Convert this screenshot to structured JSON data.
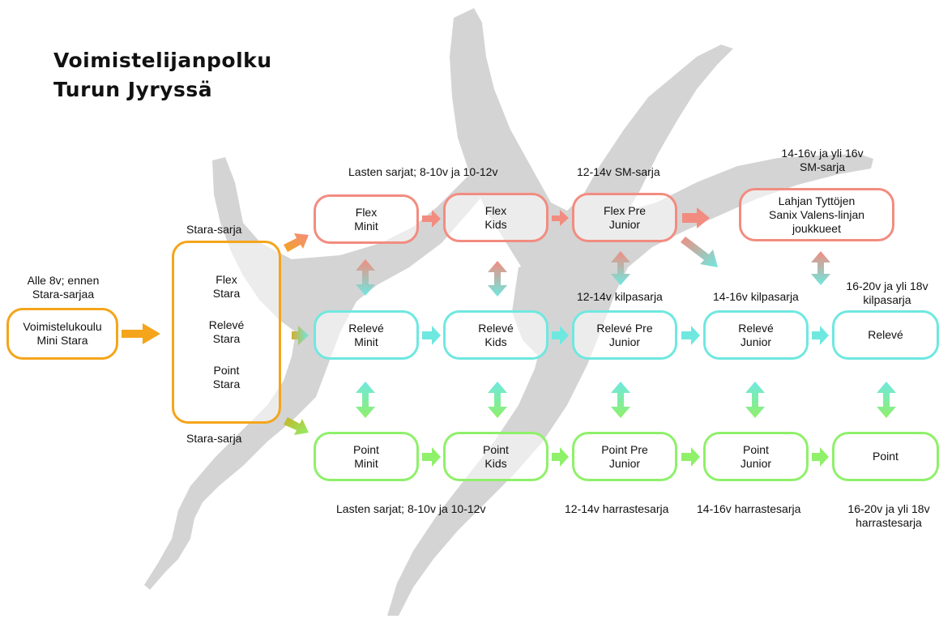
{
  "title": {
    "line1": "Voimistelijanpolku",
    "line2": "Turun Jyryssä"
  },
  "colors": {
    "orange": "#f4a51c",
    "flex": "#f28c80",
    "releve": "#6fe8e0",
    "point": "#8ff06a",
    "silhouette": "#d4d4d4"
  },
  "labels": {
    "pre_stara": [
      "Alle 8v; ennen",
      "Stara-sarjaa"
    ],
    "stara_top": "Stara-sarja",
    "stara_bottom": "Stara-sarja",
    "flex_kids_header": "Lasten sarjat; 8-10v ja 10-12v",
    "flex_prejunior_header": "12-14v SM-sarja",
    "flex_senior_header": [
      "14-16v ja yli 16v",
      "SM-sarja"
    ],
    "releve_prejunior_header": "12-14v kilpasarja",
    "releve_junior_header": "14-16v kilpasarja",
    "releve_senior_header": [
      "16-20v ja yli 18v",
      "kilpasarja"
    ],
    "point_kids_footer": "Lasten sarjat; 8-10v ja 10-12v",
    "point_prejunior_footer": "12-14v harrastesarja",
    "point_junior_footer": "14-16v harrastesarja",
    "point_senior_footer": [
      "16-20v ja yli 18v",
      "harrastesarja"
    ]
  },
  "boxes": {
    "mini_stara": [
      "Voimistelukoulu",
      "Mini Stara"
    ],
    "stara": [
      [
        "Flex",
        "Stara"
      ],
      [
        "Relevé",
        "Stara"
      ],
      [
        "Point",
        "Stara"
      ]
    ],
    "flex": [
      [
        "Flex",
        "Minit"
      ],
      [
        "Flex",
        "Kids"
      ],
      [
        "Flex Pre",
        "Junior"
      ],
      [
        "Lahjan Tyttöjen",
        "Sanix Valens-linjan",
        "joukkueet"
      ]
    ],
    "releve": [
      [
        "Relevé",
        "Minit"
      ],
      [
        "Relevé",
        "Kids"
      ],
      [
        "Relevé Pre",
        "Junior"
      ],
      [
        "Relevé",
        "Junior"
      ],
      [
        "Relevé"
      ]
    ],
    "point": [
      [
        "Point",
        "Minit"
      ],
      [
        "Point",
        "Kids"
      ],
      [
        "Point Pre",
        "Junior"
      ],
      [
        "Point",
        "Junior"
      ],
      [
        "Point"
      ]
    ]
  }
}
